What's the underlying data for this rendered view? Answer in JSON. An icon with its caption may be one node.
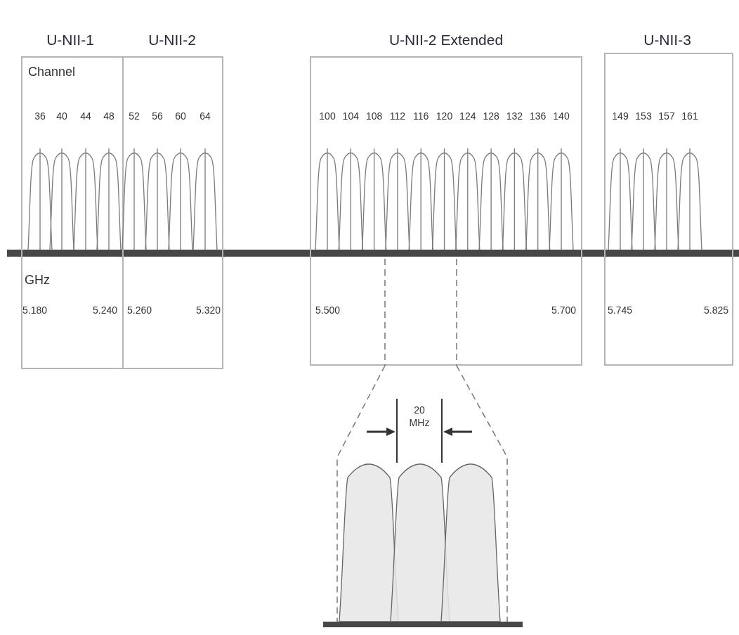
{
  "diagram": {
    "nodes": [
      {
        "text": [
          "U-NII-1",
          "Channel",
          "36",
          "40",
          "44",
          "48",
          "GHz",
          "5.180",
          "5.240"
        ]
      },
      {
        "text": [
          "U-NII-2",
          "52",
          "56",
          "60",
          "64",
          "5.260",
          "5.320"
        ]
      },
      {
        "text": [
          "U-NII-2 Extended",
          "100",
          "104",
          "108",
          "112",
          "116",
          "120",
          "124",
          "128",
          "132",
          "136",
          "140",
          "5.500",
          "5.700"
        ]
      },
      {
        "text": [
          "U-NII-3",
          "149",
          "153",
          "157",
          "161",
          "5.745",
          "5.825"
        ]
      },
      {
        "text": [
          "20 MHz"
        ]
      }
    ],
    "edges": [
      {
        "from": 2,
        "to": 4,
        "arrow": "none",
        "style": "dashed"
      },
      {
        "from": 2,
        "to": 4,
        "arrow": "none",
        "style": "dashed"
      }
    ]
  }
}
